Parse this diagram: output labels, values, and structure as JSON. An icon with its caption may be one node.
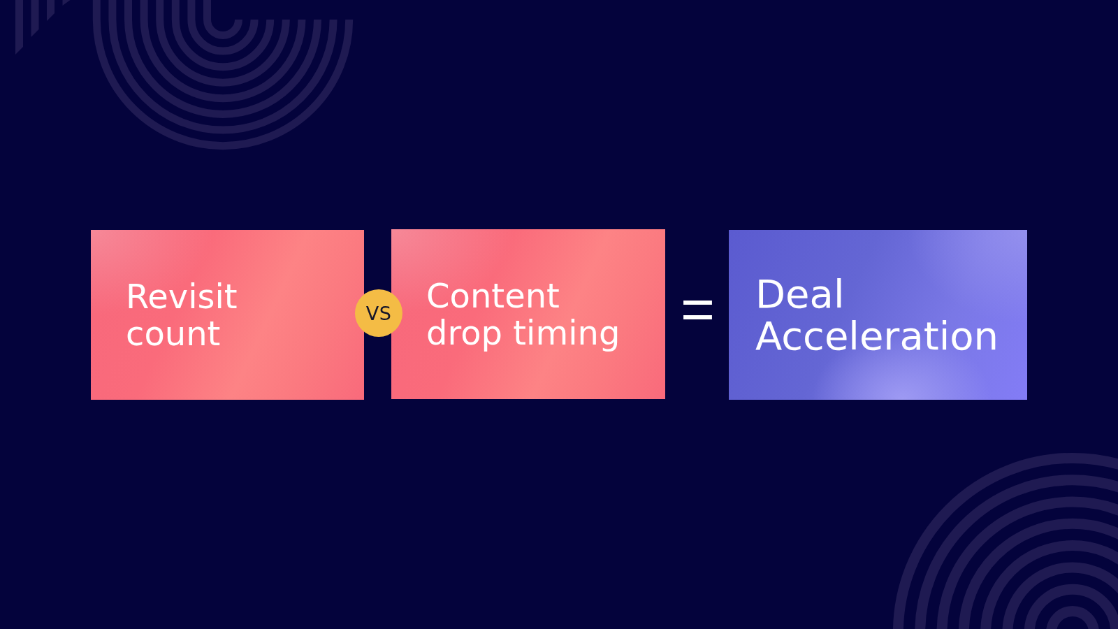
{
  "diagram": {
    "nodes": [
      {
        "text": [
          "Revisit count"
        ]
      },
      {
        "text": [
          "VS"
        ]
      },
      {
        "text": [
          "Content drop timing"
        ]
      },
      {
        "text": [
          "Deal Acceleration"
        ]
      }
    ],
    "labels": [
      "="
    ]
  }
}
